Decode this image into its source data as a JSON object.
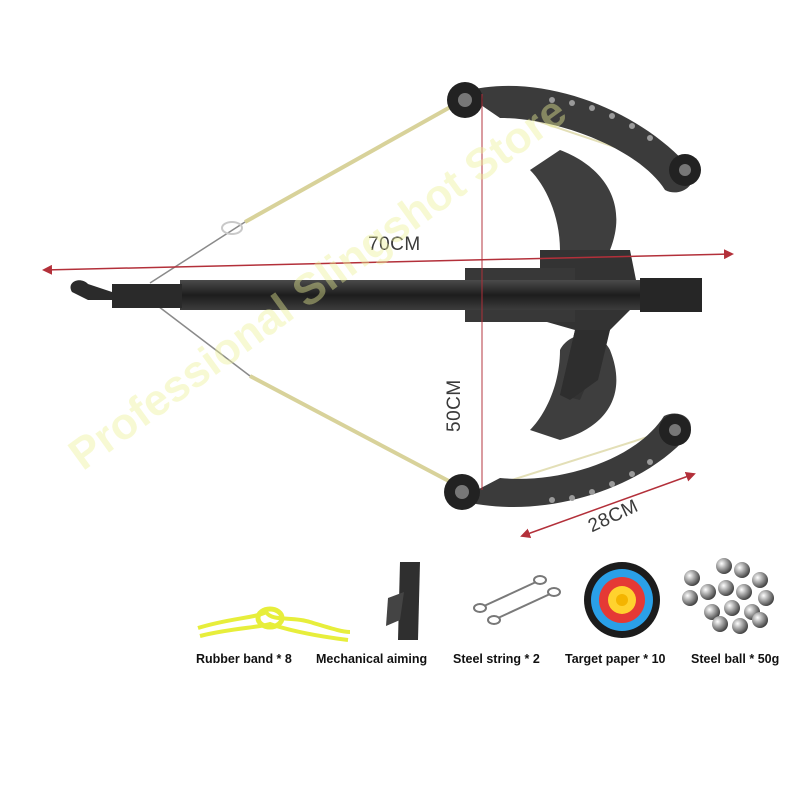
{
  "dimensions": {
    "width_label": "70CM",
    "height_label": "50CM",
    "limb_label": "28CM"
  },
  "watermark": {
    "text": "Professional Slingshot Store"
  },
  "accessories": [
    {
      "label": "Rubber band * 8",
      "icon": "rubber-band-icon"
    },
    {
      "label": "Mechanical aiming",
      "icon": "mechanical-sight-icon"
    },
    {
      "label": "Steel string * 2",
      "icon": "steel-string-icon"
    },
    {
      "label": "Target paper * 10",
      "icon": "target-icon"
    },
    {
      "label": "Steel ball * 50g",
      "icon": "steel-ball-icon"
    }
  ],
  "colors": {
    "arrow": "#b3303a",
    "frame": "#3a3a3a",
    "string": "#d8d29a",
    "rubber": "#e7ee3b",
    "watermark": "#ecf096"
  }
}
